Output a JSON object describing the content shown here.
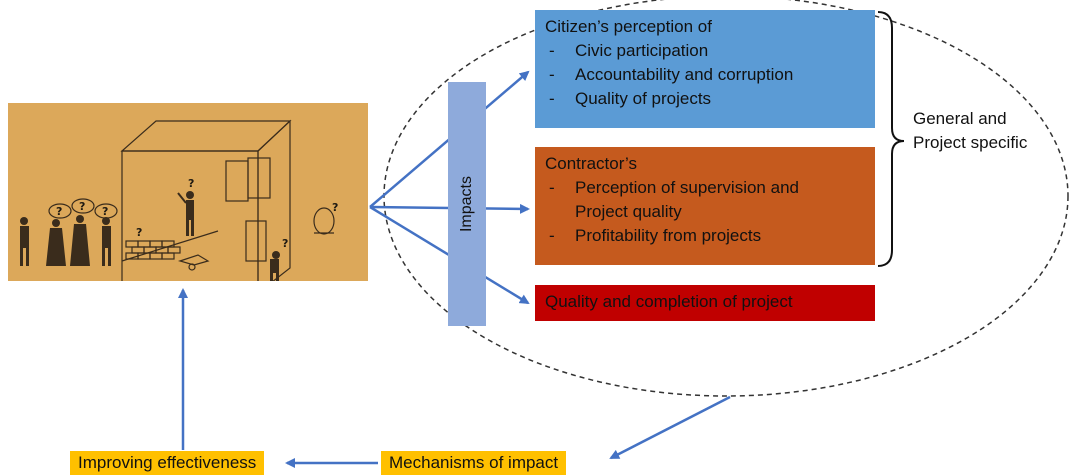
{
  "citizen": {
    "title": "Citizen’s perception of",
    "items": [
      "Civic participation",
      "Accountability and corruption",
      "Quality of projects"
    ]
  },
  "contractor": {
    "title": "Contractor’s",
    "item1_line1": "Perception of supervision and",
    "item1_line2": "Project quality",
    "item2": "Profitability from projects"
  },
  "quality_box": "Quality and completion of project",
  "impacts": "Impacts",
  "general": {
    "line1": "General and",
    "line2": "Project specific"
  },
  "mechanisms": "Mechanisms of impact",
  "improving": "Improving effectiveness",
  "bullet_mark": "-",
  "illustration_glyphs": {
    "question_mark": "?"
  },
  "colors": {
    "citizen_box": "#5b9bd5",
    "contractor_box": "#c55a1e",
    "quality_box": "#c00000",
    "impacts_bar": "#8eaadb",
    "mechanism_boxes": "#ffc000",
    "scene_background": "#dca85a",
    "arrows": "#4472c4"
  }
}
